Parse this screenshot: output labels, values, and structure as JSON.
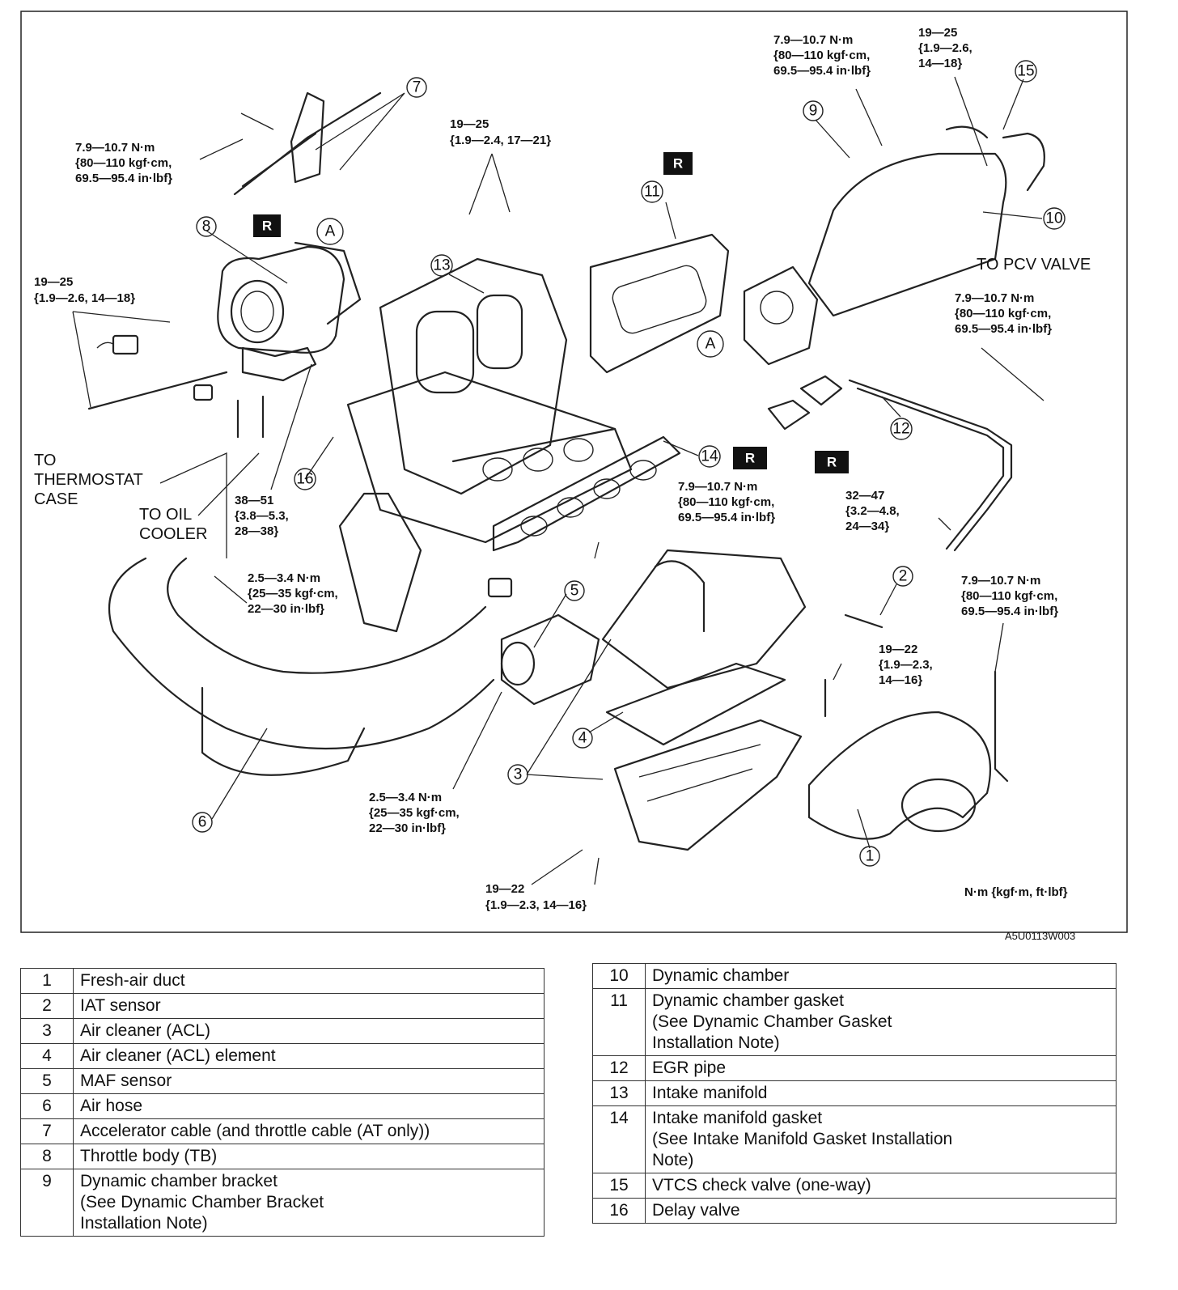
{
  "diagram": {
    "callouts": [
      {
        "id": "c1",
        "num": "1"
      },
      {
        "id": "c2",
        "num": "2"
      },
      {
        "id": "c3",
        "num": "3"
      },
      {
        "id": "c4",
        "num": "4"
      },
      {
        "id": "c5",
        "num": "5"
      },
      {
        "id": "c6",
        "num": "6"
      },
      {
        "id": "c7",
        "num": "7"
      },
      {
        "id": "c8",
        "num": "8"
      },
      {
        "id": "c9",
        "num": "9"
      },
      {
        "id": "c10",
        "num": "10"
      },
      {
        "id": "c11",
        "num": "11"
      },
      {
        "id": "c12",
        "num": "12"
      },
      {
        "id": "c13",
        "num": "13"
      },
      {
        "id": "c14",
        "num": "14"
      },
      {
        "id": "c15",
        "num": "15"
      },
      {
        "id": "c16",
        "num": "16"
      }
    ],
    "markers": {
      "replace": "R",
      "connector": "A"
    },
    "torques": {
      "t_cable_bolt": [
        "7.9—10.7 N·m",
        "{80—110 kgf·cm,",
        "69.5—95.4 in·lbf}"
      ],
      "t_tb_bolt": [
        "19—25",
        "{1.9—2.6, 14—18}"
      ],
      "t_manifold_nuts": [
        "19—25",
        "{1.9—2.4, 17—21}"
      ],
      "t_bracket_bolt": [
        "7.9—10.7 N·m",
        "{80—110 kgf·cm,",
        "69.5—95.4 in·lbf}"
      ],
      "t_chamber_bolt": [
        "19—25",
        "{1.9—2.6,",
        "14—18}"
      ],
      "t_egr_bolt": [
        "7.9—10.7 N·m",
        "{80—110 kgf·cm,",
        "69.5—95.4 in·lbf}"
      ],
      "t_egr_nut": [
        "32—47",
        "{3.2—4.8,",
        "24—34}"
      ],
      "t_manifold_bolt": [
        "38—51",
        "{3.8—5.3,",
        "28—38}"
      ],
      "t_acl_upper": [
        "7.9—10.7 N·m",
        "{80—110 kgf·cm,",
        "69.5—95.4 in·lbf}"
      ],
      "t_duct_bolt": [
        "7.9—10.7 N·m",
        "{80—110 kgf·cm,",
        "69.5—95.4 in·lbf}"
      ],
      "t_acl_bolt": [
        "19—22",
        "{1.9—2.3,",
        "14—16}"
      ],
      "t_acl_nut": [
        "19—22",
        "{1.9—2.3, 14—16}"
      ],
      "t_clamp_upper": [
        "2.5—3.4 N·m",
        "{25—35 kgf·cm,",
        "22—30 in·lbf}"
      ],
      "t_clamp_lower": [
        "2.5—3.4 N·m",
        "{25—35 kgf·cm,",
        "22—30 in·lbf}"
      ]
    },
    "notes": {
      "to_thermostat": [
        "TO",
        "THERMOSTAT",
        "CASE"
      ],
      "to_oil_cooler": [
        "TO OIL",
        "COOLER"
      ],
      "to_pcv": "TO PCV VALVE",
      "units": "N·m {kgf·m, ft·lbf}"
    }
  },
  "figure_code": "A5U0113W003",
  "legend_left": [
    {
      "num": "1",
      "name": [
        "Fresh-air duct"
      ]
    },
    {
      "num": "2",
      "name": [
        "IAT sensor"
      ]
    },
    {
      "num": "3",
      "name": [
        "Air cleaner (ACL)"
      ]
    },
    {
      "num": "4",
      "name": [
        "Air cleaner (ACL) element"
      ]
    },
    {
      "num": "5",
      "name": [
        "MAF sensor"
      ]
    },
    {
      "num": "6",
      "name": [
        "Air hose"
      ]
    },
    {
      "num": "7",
      "name": [
        "Accelerator cable (and throttle cable (AT only))"
      ]
    },
    {
      "num": "8",
      "name": [
        "Throttle body (TB)"
      ]
    },
    {
      "num": "9",
      "name": [
        "Dynamic chamber bracket",
        "(See Dynamic Chamber Bracket",
        "Installation Note)"
      ]
    }
  ],
  "legend_right": [
    {
      "num": "10",
      "name": [
        "Dynamic chamber"
      ]
    },
    {
      "num": "11",
      "name": [
        "Dynamic chamber gasket",
        "(See Dynamic Chamber Gasket",
        "Installation Note)"
      ]
    },
    {
      "num": "12",
      "name": [
        "EGR pipe"
      ]
    },
    {
      "num": "13",
      "name": [
        "Intake manifold"
      ]
    },
    {
      "num": "14",
      "name": [
        "Intake manifold gasket",
        "(See Intake Manifold Gasket Installation",
        "Note)"
      ]
    },
    {
      "num": "15",
      "name": [
        "VTCS check valve (one-way)"
      ]
    },
    {
      "num": "16",
      "name": [
        "Delay valve"
      ]
    }
  ]
}
